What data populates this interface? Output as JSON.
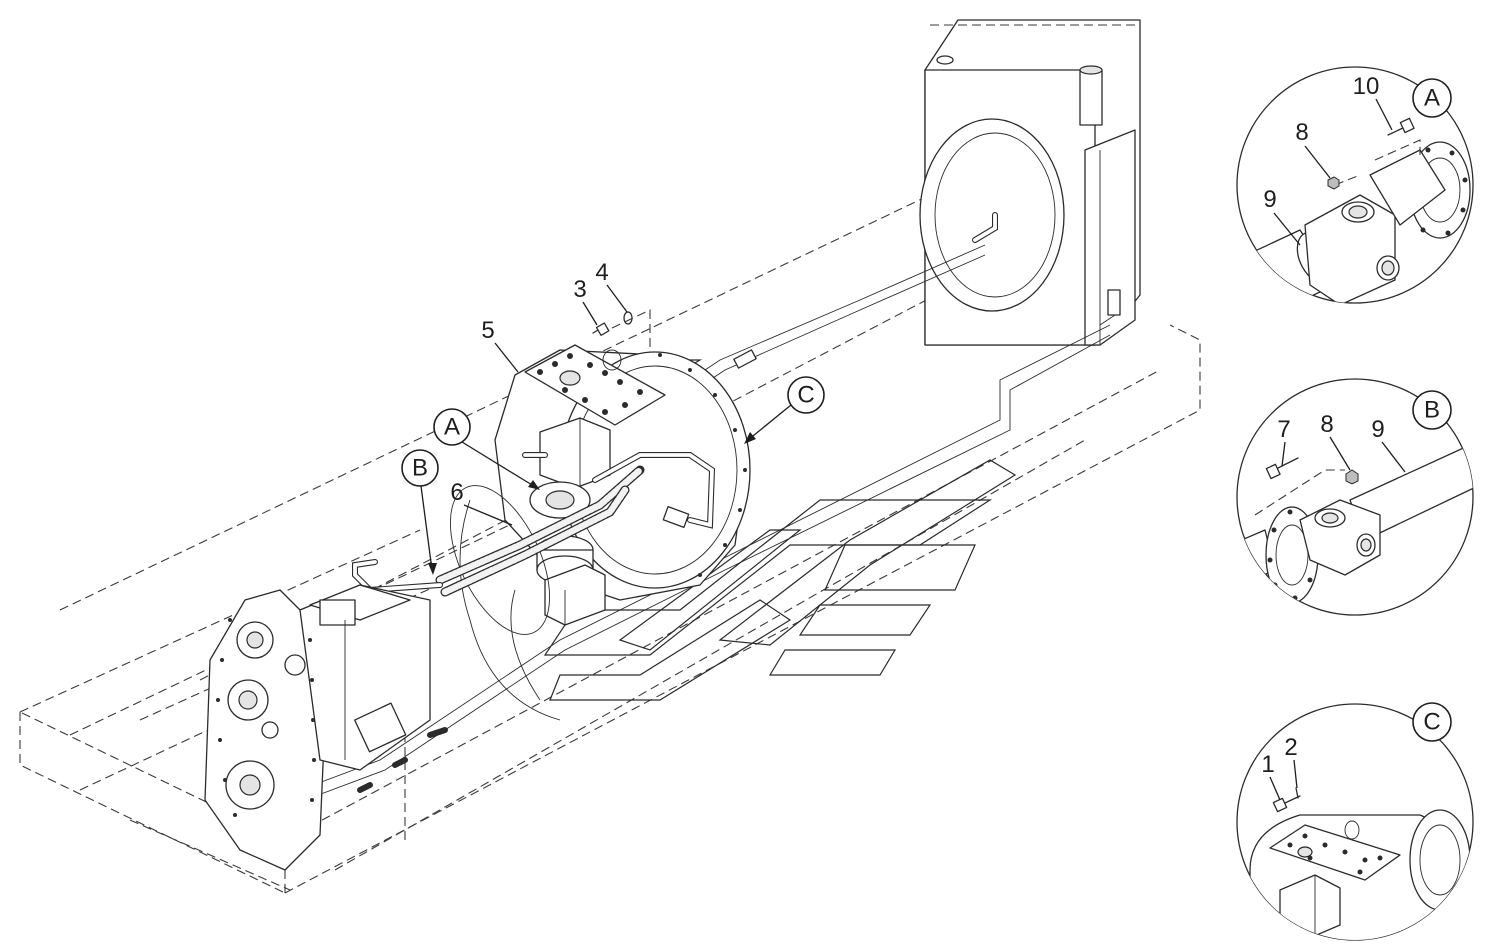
{
  "callouts": {
    "view_a": "A",
    "view_b": "B",
    "view_c": "C"
  },
  "part_numbers": {
    "p1": "1",
    "p2": "2",
    "p3": "3",
    "p4": "4",
    "p5": "5",
    "p6": "6",
    "p7": "7",
    "p8": "8",
    "p9": "9",
    "p10": "10"
  },
  "detail_views": [
    {
      "letter": "A",
      "labels": [
        "10",
        "8",
        "9"
      ]
    },
    {
      "letter": "B",
      "labels": [
        "7",
        "8",
        "9"
      ]
    },
    {
      "letter": "C",
      "labels": [
        "1",
        "2"
      ]
    }
  ]
}
